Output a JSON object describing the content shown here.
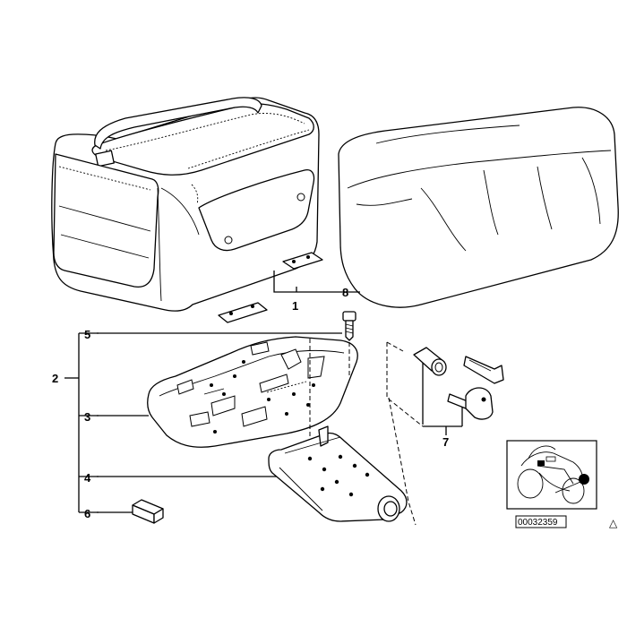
{
  "callouts": {
    "c1": "1",
    "c2": "2",
    "c3": "3",
    "c4": "4",
    "c5": "5",
    "c6": "6",
    "c7": "7",
    "c8": "8"
  },
  "inset": {
    "ref_number": "00032359"
  },
  "triangle_symbol": "△"
}
